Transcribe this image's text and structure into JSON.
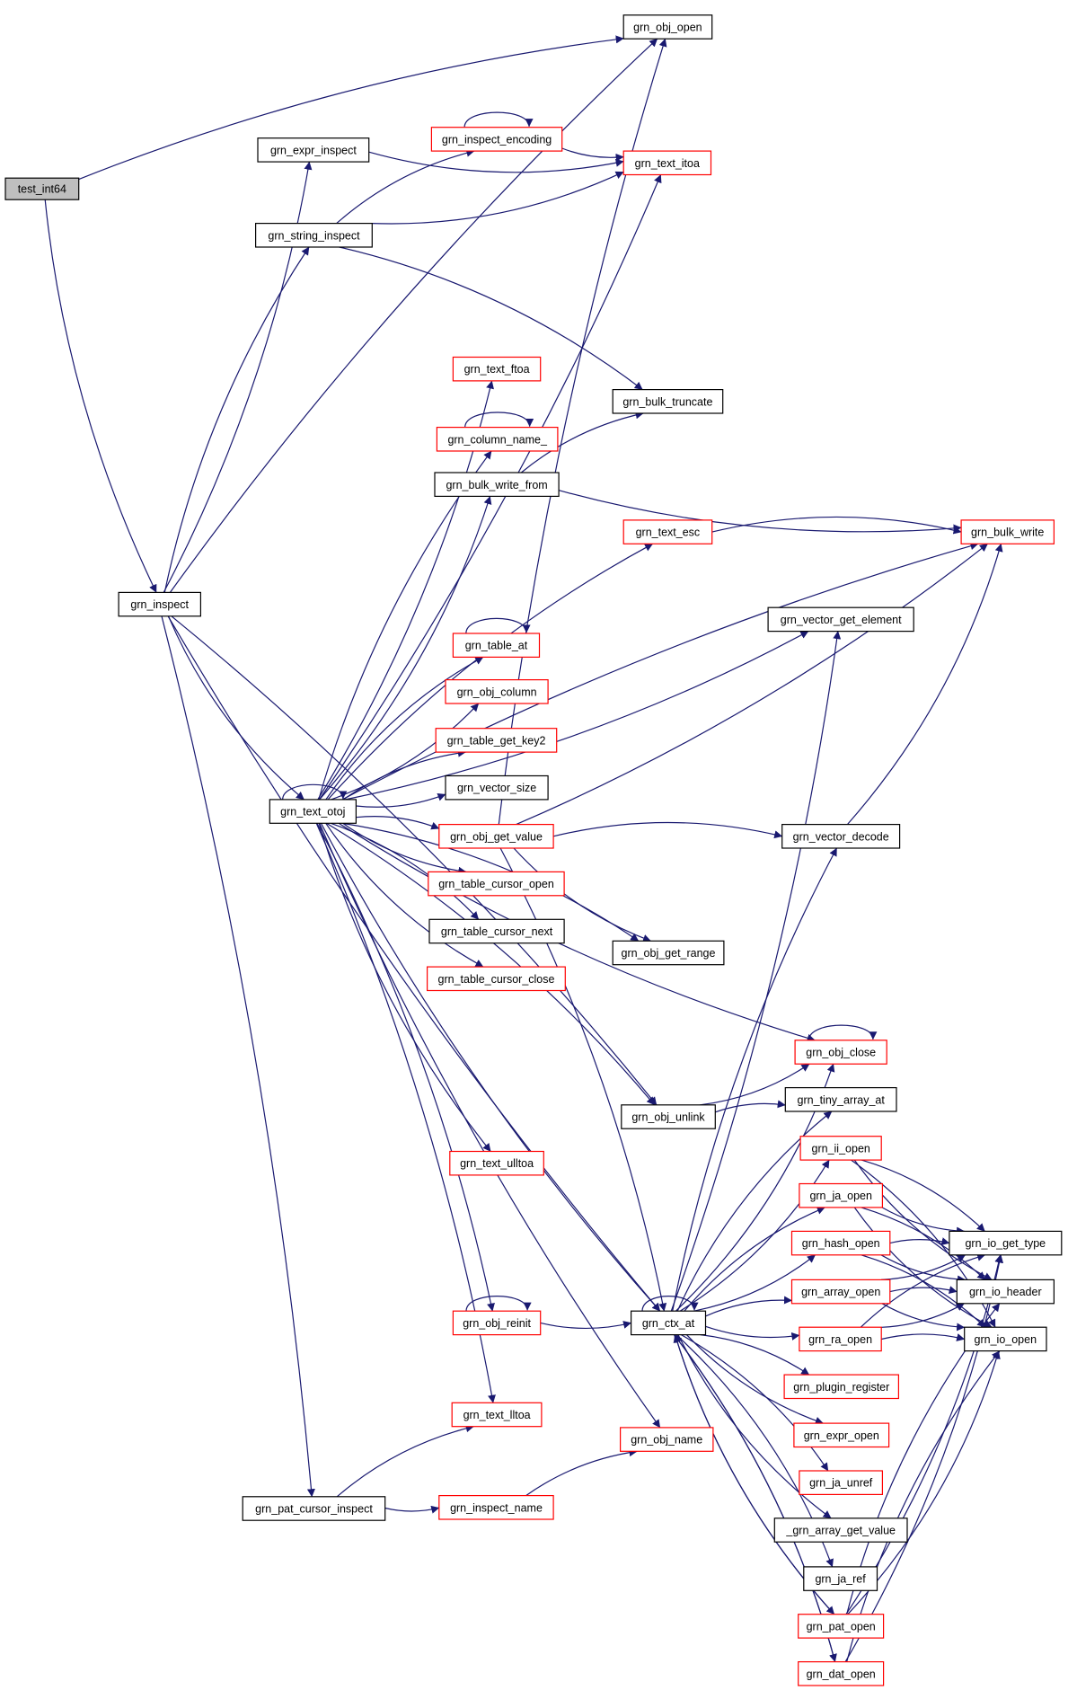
{
  "diagram": {
    "type": "call-graph",
    "colors": {
      "edge": "#191970",
      "node_border_default": "#000000",
      "node_border_truncated": "#ff0000",
      "root_fill": "#bfbfbf",
      "node_fill": "#ffffff"
    },
    "nodes": [
      {
        "id": "test_int64",
        "label": "test_int64",
        "kind": "root"
      },
      {
        "id": "grn_obj_open",
        "label": "grn_obj_open",
        "kind": "normal"
      },
      {
        "id": "grn_expr_inspect",
        "label": "grn_expr_inspect",
        "kind": "normal"
      },
      {
        "id": "grn_inspect_encoding",
        "label": "grn_inspect_encoding",
        "kind": "truncated"
      },
      {
        "id": "grn_text_itoa",
        "label": "grn_text_itoa",
        "kind": "truncated"
      },
      {
        "id": "grn_string_inspect",
        "label": "grn_string_inspect",
        "kind": "normal"
      },
      {
        "id": "grn_text_ftoa",
        "label": "grn_text_ftoa",
        "kind": "truncated"
      },
      {
        "id": "grn_bulk_truncate",
        "label": "grn_bulk_truncate",
        "kind": "normal"
      },
      {
        "id": "grn_column_name_",
        "label": "grn_column_name_",
        "kind": "truncated"
      },
      {
        "id": "grn_bulk_write_from",
        "label": "grn_bulk_write_from",
        "kind": "normal"
      },
      {
        "id": "grn_text_esc",
        "label": "grn_text_esc",
        "kind": "truncated"
      },
      {
        "id": "grn_bulk_write",
        "label": "grn_bulk_write",
        "kind": "truncated"
      },
      {
        "id": "grn_inspect",
        "label": "grn_inspect",
        "kind": "normal"
      },
      {
        "id": "grn_vector_get_element",
        "label": "grn_vector_get_element",
        "kind": "normal"
      },
      {
        "id": "grn_table_at",
        "label": "grn_table_at",
        "kind": "truncated"
      },
      {
        "id": "grn_obj_column",
        "label": "grn_obj_column",
        "kind": "truncated"
      },
      {
        "id": "grn_table_get_key2",
        "label": "grn_table_get_key2",
        "kind": "truncated"
      },
      {
        "id": "grn_vector_size",
        "label": "grn_vector_size",
        "kind": "normal"
      },
      {
        "id": "grn_text_otoj",
        "label": "grn_text_otoj",
        "kind": "normal"
      },
      {
        "id": "grn_obj_get_value",
        "label": "grn_obj_get_value",
        "kind": "truncated"
      },
      {
        "id": "grn_vector_decode",
        "label": "grn_vector_decode",
        "kind": "normal"
      },
      {
        "id": "grn_table_cursor_open",
        "label": "grn_table_cursor_open",
        "kind": "truncated"
      },
      {
        "id": "grn_table_cursor_next",
        "label": "grn_table_cursor_next",
        "kind": "normal"
      },
      {
        "id": "grn_obj_get_range",
        "label": "grn_obj_get_range",
        "kind": "normal"
      },
      {
        "id": "grn_table_cursor_close",
        "label": "grn_table_cursor_close",
        "kind": "truncated"
      },
      {
        "id": "grn_obj_close",
        "label": "grn_obj_close",
        "kind": "truncated"
      },
      {
        "id": "grn_obj_unlink",
        "label": "grn_obj_unlink",
        "kind": "normal"
      },
      {
        "id": "grn_tiny_array_at",
        "label": "grn_tiny_array_at",
        "kind": "normal"
      },
      {
        "id": "grn_ii_open",
        "label": "grn_ii_open",
        "kind": "truncated"
      },
      {
        "id": "grn_text_ulltoa",
        "label": "grn_text_ulltoa",
        "kind": "truncated"
      },
      {
        "id": "grn_ja_open",
        "label": "grn_ja_open",
        "kind": "truncated"
      },
      {
        "id": "grn_hash_open",
        "label": "grn_hash_open",
        "kind": "truncated"
      },
      {
        "id": "grn_io_get_type",
        "label": "grn_io_get_type",
        "kind": "normal"
      },
      {
        "id": "grn_array_open",
        "label": "grn_array_open",
        "kind": "truncated"
      },
      {
        "id": "grn_io_header",
        "label": "grn_io_header",
        "kind": "normal"
      },
      {
        "id": "grn_obj_reinit",
        "label": "grn_obj_reinit",
        "kind": "truncated"
      },
      {
        "id": "grn_ctx_at",
        "label": "grn_ctx_at",
        "kind": "normal"
      },
      {
        "id": "grn_ra_open",
        "label": "grn_ra_open",
        "kind": "truncated"
      },
      {
        "id": "grn_io_open",
        "label": "grn_io_open",
        "kind": "normal"
      },
      {
        "id": "grn_plugin_register",
        "label": "grn_plugin_register",
        "kind": "truncated"
      },
      {
        "id": "grn_text_lltoa",
        "label": "grn_text_lltoa",
        "kind": "truncated"
      },
      {
        "id": "grn_expr_open",
        "label": "grn_expr_open",
        "kind": "truncated"
      },
      {
        "id": "grn_obj_name",
        "label": "grn_obj_name",
        "kind": "truncated"
      },
      {
        "id": "grn_ja_unref",
        "label": "grn_ja_unref",
        "kind": "truncated"
      },
      {
        "id": "grn_pat_cursor_inspect",
        "label": "grn_pat_cursor_inspect",
        "kind": "normal"
      },
      {
        "id": "grn_inspect_name",
        "label": "grn_inspect_name",
        "kind": "truncated"
      },
      {
        "id": "_grn_array_get_value",
        "label": "_grn_array_get_value",
        "kind": "normal"
      },
      {
        "id": "grn_ja_ref",
        "label": "grn_ja_ref",
        "kind": "normal"
      },
      {
        "id": "grn_pat_open",
        "label": "grn_pat_open",
        "kind": "truncated"
      },
      {
        "id": "grn_dat_open",
        "label": "grn_dat_open",
        "kind": "truncated"
      }
    ],
    "edges": [
      [
        "test_int64",
        "grn_obj_open"
      ],
      [
        "test_int64",
        "grn_inspect"
      ],
      [
        "grn_inspect",
        "grn_obj_open"
      ],
      [
        "grn_inspect",
        "grn_expr_inspect"
      ],
      [
        "grn_inspect",
        "grn_string_inspect"
      ],
      [
        "grn_inspect",
        "grn_text_otoj"
      ],
      [
        "grn_inspect",
        "grn_obj_unlink"
      ],
      [
        "grn_inspect",
        "grn_ctx_at"
      ],
      [
        "grn_inspect",
        "grn_pat_cursor_inspect"
      ],
      [
        "grn_expr_inspect",
        "grn_text_itoa"
      ],
      [
        "grn_string_inspect",
        "grn_inspect_encoding"
      ],
      [
        "grn_string_inspect",
        "grn_text_itoa"
      ],
      [
        "grn_string_inspect",
        "grn_bulk_truncate"
      ],
      [
        "grn_inspect_encoding",
        "grn_text_itoa"
      ],
      [
        "grn_inspect_encoding",
        "grn_inspect_encoding"
      ],
      [
        "grn_text_otoj",
        "grn_text_itoa"
      ],
      [
        "grn_text_otoj",
        "grn_bulk_write"
      ],
      [
        "grn_text_otoj",
        "grn_text_ftoa"
      ],
      [
        "grn_text_otoj",
        "grn_column_name_"
      ],
      [
        "grn_text_otoj",
        "grn_bulk_write_from"
      ],
      [
        "grn_text_otoj",
        "grn_text_esc"
      ],
      [
        "grn_text_otoj",
        "grn_vector_get_element"
      ],
      [
        "grn_text_otoj",
        "grn_table_at"
      ],
      [
        "grn_text_otoj",
        "grn_obj_column"
      ],
      [
        "grn_text_otoj",
        "grn_table_get_key2"
      ],
      [
        "grn_text_otoj",
        "grn_vector_size"
      ],
      [
        "grn_text_otoj",
        "grn_obj_get_value"
      ],
      [
        "grn_text_otoj",
        "grn_table_cursor_open"
      ],
      [
        "grn_text_otoj",
        "grn_table_cursor_next"
      ],
      [
        "grn_text_otoj",
        "grn_table_cursor_close"
      ],
      [
        "grn_text_otoj",
        "grn_obj_get_range"
      ],
      [
        "grn_text_otoj",
        "grn_obj_close"
      ],
      [
        "grn_text_otoj",
        "grn_obj_unlink"
      ],
      [
        "grn_text_otoj",
        "grn_text_ulltoa"
      ],
      [
        "grn_text_otoj",
        "grn_obj_reinit"
      ],
      [
        "grn_text_otoj",
        "grn_ctx_at"
      ],
      [
        "grn_text_otoj",
        "grn_text_lltoa"
      ],
      [
        "grn_text_otoj",
        "grn_obj_name"
      ],
      [
        "grn_text_otoj",
        "grn_text_otoj"
      ],
      [
        "grn_column_name_",
        "grn_column_name_"
      ],
      [
        "grn_bulk_write_from",
        "grn_bulk_truncate"
      ],
      [
        "grn_bulk_write_from",
        "grn_bulk_write"
      ],
      [
        "grn_text_esc",
        "grn_bulk_write"
      ],
      [
        "grn_table_at",
        "grn_table_at"
      ],
      [
        "grn_obj_get_value",
        "grn_obj_open"
      ],
      [
        "grn_obj_get_value",
        "grn_bulk_write"
      ],
      [
        "grn_obj_get_value",
        "grn_vector_decode"
      ],
      [
        "grn_obj_get_value",
        "grn_obj_get_range"
      ],
      [
        "grn_obj_get_value",
        "grn_ctx_at"
      ],
      [
        "grn_vector_decode",
        "grn_bulk_write"
      ],
      [
        "grn_obj_close",
        "grn_obj_close"
      ],
      [
        "grn_obj_unlink",
        "grn_obj_close"
      ],
      [
        "grn_obj_unlink",
        "grn_tiny_array_at"
      ],
      [
        "grn_obj_reinit",
        "grn_ctx_at"
      ],
      [
        "grn_obj_reinit",
        "grn_obj_reinit"
      ],
      [
        "grn_ctx_at",
        "grn_vector_get_element"
      ],
      [
        "grn_ctx_at",
        "grn_vector_decode"
      ],
      [
        "grn_ctx_at",
        "grn_obj_close"
      ],
      [
        "grn_ctx_at",
        "grn_tiny_array_at"
      ],
      [
        "grn_ctx_at",
        "grn_ii_open"
      ],
      [
        "grn_ctx_at",
        "grn_ja_open"
      ],
      [
        "grn_ctx_at",
        "grn_hash_open"
      ],
      [
        "grn_ctx_at",
        "grn_array_open"
      ],
      [
        "grn_ctx_at",
        "grn_ra_open"
      ],
      [
        "grn_ctx_at",
        "grn_plugin_register"
      ],
      [
        "grn_ctx_at",
        "grn_expr_open"
      ],
      [
        "grn_ctx_at",
        "grn_ja_unref"
      ],
      [
        "grn_ctx_at",
        "_grn_array_get_value"
      ],
      [
        "grn_ctx_at",
        "grn_ja_ref"
      ],
      [
        "grn_ctx_at",
        "grn_pat_open"
      ],
      [
        "grn_ctx_at",
        "grn_dat_open"
      ],
      [
        "grn_ctx_at",
        "grn_ctx_at"
      ],
      [
        "grn_ii_open",
        "grn_io_get_type"
      ],
      [
        "grn_ii_open",
        "grn_io_header"
      ],
      [
        "grn_ii_open",
        "grn_io_open"
      ],
      [
        "grn_ja_open",
        "grn_io_get_type"
      ],
      [
        "grn_ja_open",
        "grn_io_header"
      ],
      [
        "grn_ja_open",
        "grn_io_open"
      ],
      [
        "grn_hash_open",
        "grn_io_get_type"
      ],
      [
        "grn_hash_open",
        "grn_io_header"
      ],
      [
        "grn_hash_open",
        "grn_io_open"
      ],
      [
        "grn_array_open",
        "grn_io_get_type"
      ],
      [
        "grn_array_open",
        "grn_io_header"
      ],
      [
        "grn_array_open",
        "grn_io_open"
      ],
      [
        "grn_ra_open",
        "grn_io_get_type"
      ],
      [
        "grn_ra_open",
        "grn_io_header"
      ],
      [
        "grn_ra_open",
        "grn_io_open"
      ],
      [
        "grn_pat_open",
        "grn_io_get_type"
      ],
      [
        "grn_pat_open",
        "grn_io_header"
      ],
      [
        "grn_pat_open",
        "grn_io_open"
      ],
      [
        "grn_pat_open",
        "grn_ctx_at"
      ],
      [
        "grn_dat_open",
        "grn_io_get_type"
      ],
      [
        "grn_dat_open",
        "grn_io_open"
      ],
      [
        "grn_dat_open",
        "grn_ctx_at"
      ],
      [
        "grn_pat_cursor_inspect",
        "grn_text_lltoa"
      ],
      [
        "grn_pat_cursor_inspect",
        "grn_inspect_name"
      ],
      [
        "grn_inspect_name",
        "grn_obj_name"
      ]
    ]
  }
}
